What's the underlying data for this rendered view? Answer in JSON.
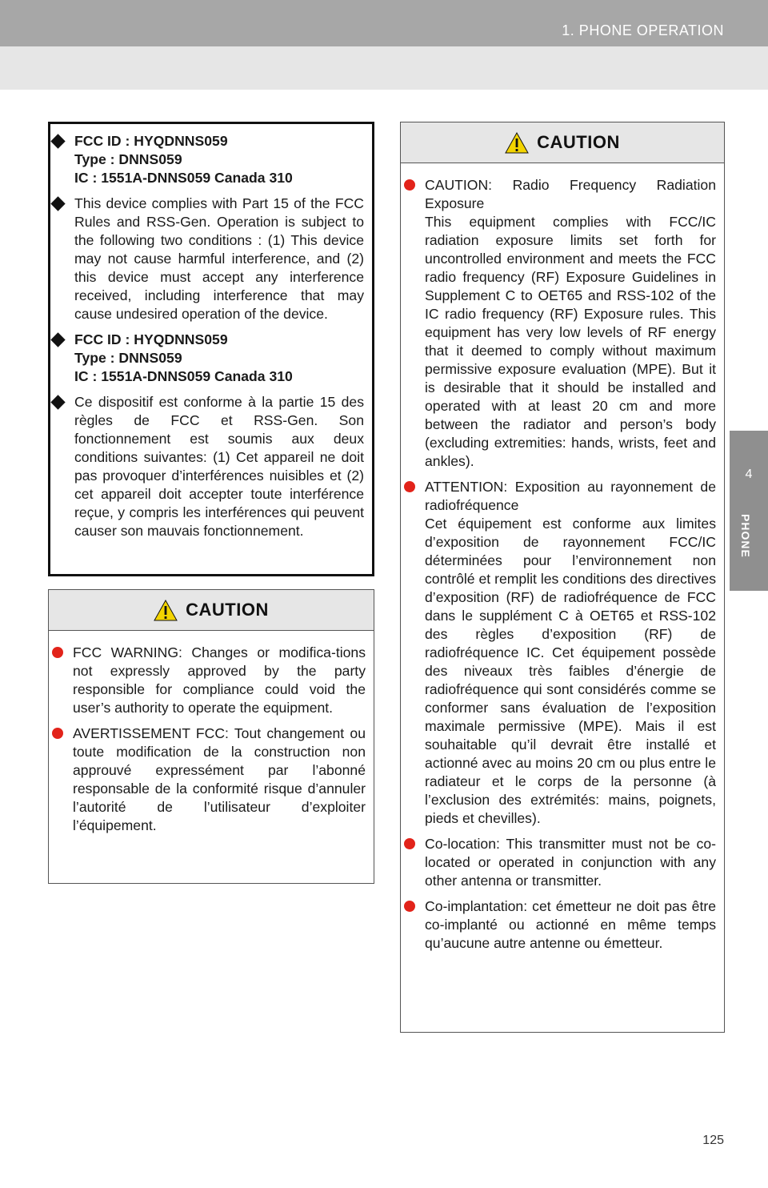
{
  "header": {
    "title": "1. PHONE OPERATION"
  },
  "side_tab": {
    "number": "4",
    "label": "PHONE"
  },
  "left_box": {
    "items": [
      {
        "lines": [
          "FCC ID : HYQDNNS059",
          "Type : DNNS059",
          "IC : 1551A-DNNS059 Canada 310"
        ],
        "bold": true
      },
      {
        "lines": [
          "This device complies with Part 15 of the FCC Rules and RSS-Gen. Operation is subject to the following two conditions : (1) This device may not cause harmful interference, and (2) this device must accept any interference received, including interference that may cause undesired operation of the device."
        ],
        "bold": false
      },
      {
        "lines": [
          "FCC ID : HYQDNNS059",
          "Type : DNNS059",
          "IC : 1551A-DNNS059 Canada 310"
        ],
        "bold": true
      },
      {
        "lines": [
          "Ce dispositif est conforme à la partie 15 des règles de FCC et RSS-Gen. Son fonctionnement est soumis aux deux conditions suivantes: (1) Cet appareil ne doit pas provoquer d’interférences nuisibles et (2) cet appareil doit accepter toute interférence reçue, y compris les interférences qui peuvent causer son mauvais fonctionnement."
        ],
        "bold": false
      }
    ]
  },
  "left_caution": {
    "heading": "CAUTION",
    "items": [
      "FCC WARNING: Changes or modifica-tions not expressly approved by the party responsible for compliance could void the user’s authority to operate the equipment.",
      "AVERTISSEMENT FCC: Tout changement ou toute modification de la construction non approuvé expressément par l’abonné responsable de la conformité risque d’annuler l’autorité de l’utilisateur d’exploiter l’équipement."
    ]
  },
  "right_caution": {
    "heading": "CAUTION",
    "items": [
      {
        "title": "CAUTION: Radio Frequency Radiation Exposure",
        "body": "This equipment complies with FCC/IC radiation exposure limits set forth for uncontrolled environment and meets the FCC radio frequency (RF) Exposure Guidelines in Supplement C to OET65 and RSS-102 of the IC radio frequency (RF) Exposure rules. This equipment has very low levels of RF energy that it deemed to comply without maximum permissive exposure evaluation (MPE). But it is desirable that it should be installed and operated with at least 20 cm and more between the radiator and person’s body (excluding extremities: hands, wrists, feet and ankles)."
      },
      {
        "title": "ATTENTION: Exposition au rayonnement de radiofréquence",
        "body": "Cet équipement est conforme aux limites d’exposition de rayonnement FCC/IC déterminées pour l’environnement non contrôlé et remplit les conditions des directives d’exposition (RF) de radiofréquence de FCC dans le supplément C à OET65 et RSS-102 des règles d’exposition (RF) de radiofréquence IC. Cet équipement possède des niveaux très faibles d’énergie de radiofréquence qui sont considérés comme se conformer sans évaluation de l’exposition maximale permissive (MPE). Mais il est souhaitable qu’il devrait être installé et actionné avec au moins 20 cm ou plus entre le radiateur et le corps de la personne (à l’exclusion des extrémités: mains, poignets, pieds et chevilles)."
      },
      {
        "title": "",
        "body": "Co-location: This transmitter must not be co-located or operated in conjunction with any other antenna or transmitter."
      },
      {
        "title": "",
        "body": "Co-implantation: cet émetteur ne doit pas être co-implanté ou actionné en même temps qu’aucune autre antenne ou émetteur."
      }
    ]
  },
  "page_number": "125",
  "colors": {
    "header": "#a7a7a7",
    "band": "#e6e6e6",
    "tab": "#8f8f8f",
    "red_bullet": "#e2231a"
  },
  "icons": {
    "warning": "warning-triangle-icon"
  }
}
